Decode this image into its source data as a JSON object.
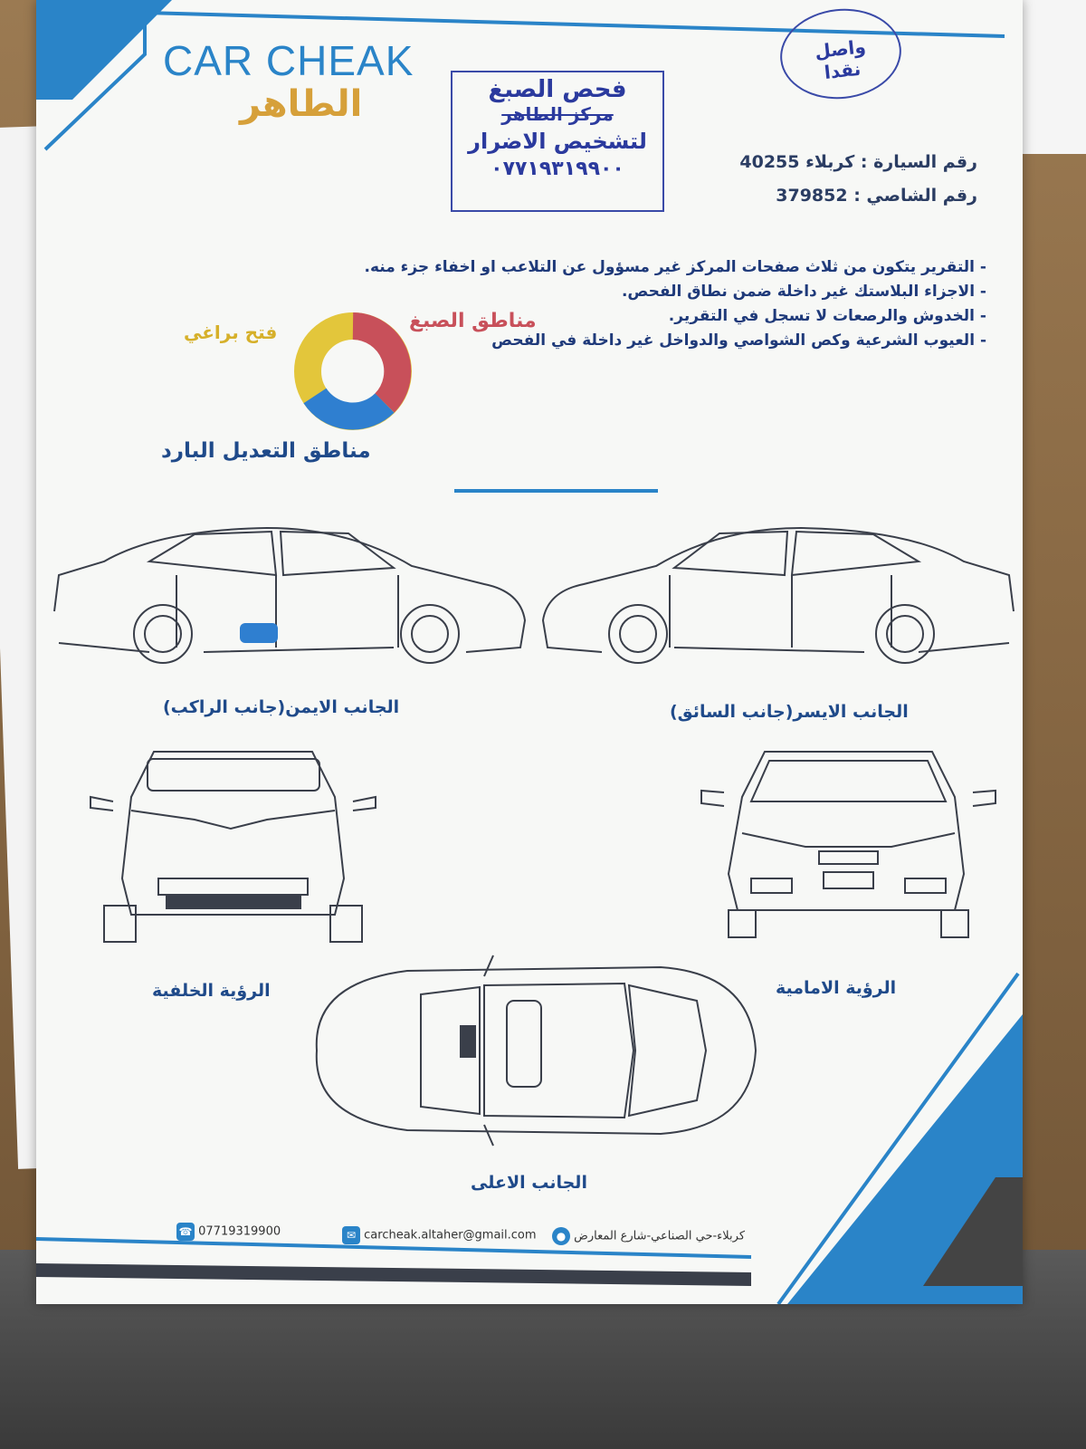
{
  "brand": {
    "name_en": "CAR CHEAK",
    "name_ar": "الطاهر"
  },
  "stamp": {
    "line1": "فحص الصبغ",
    "line2": "مركز الطاهر",
    "line3": "لتشخيص الاضرار",
    "line4": "٠٧٧١٩٣١٩٩٠٠"
  },
  "paid_stamp": {
    "line1": "واصل",
    "line2": "نقدا"
  },
  "car_info": {
    "plate": "رقم السيارة : كربلاء 40255",
    "chassis": "رقم الشاصي : 379852"
  },
  "notes": [
    "- التقرير يتكون من ثلاث صفحات المركز غير مسؤول عن التلاعب او اخفاء جزء منه.",
    "- الاجزاء البلاستك غير داخلة ضمن نطاق الفحص.",
    "- الخدوش والرصعات لا تسجل في التقرير.",
    "- العيوب الشرعية وكص الشواصي والدواخل غير داخلة في الفحص"
  ],
  "legend": {
    "paint": "مناطق الصبغ",
    "bolt": "فتح براغي",
    "cold": "مناطق التعديل البارد",
    "colors": {
      "paint": "#c8505a",
      "bolt": "#e3c63b",
      "cold": "#2f7fd0"
    }
  },
  "views": {
    "right": "الجانب الايمن(جانب الراكب)",
    "left": "الجانب الايسر(جانب السائق)",
    "rear": "الرؤية الخلفية",
    "front": "الرؤية الامامية",
    "top": "الجانب الاعلى"
  },
  "footer": {
    "phone": "07719319900",
    "email": "carcheak.altaher@gmail.com",
    "address": "كربلاء-حي الصناعي-شارع المعارض",
    "icons": {
      "phone": "phone-icon",
      "email": "mail-icon",
      "address": "location-pin-icon"
    }
  },
  "accent": "#2a84c8"
}
